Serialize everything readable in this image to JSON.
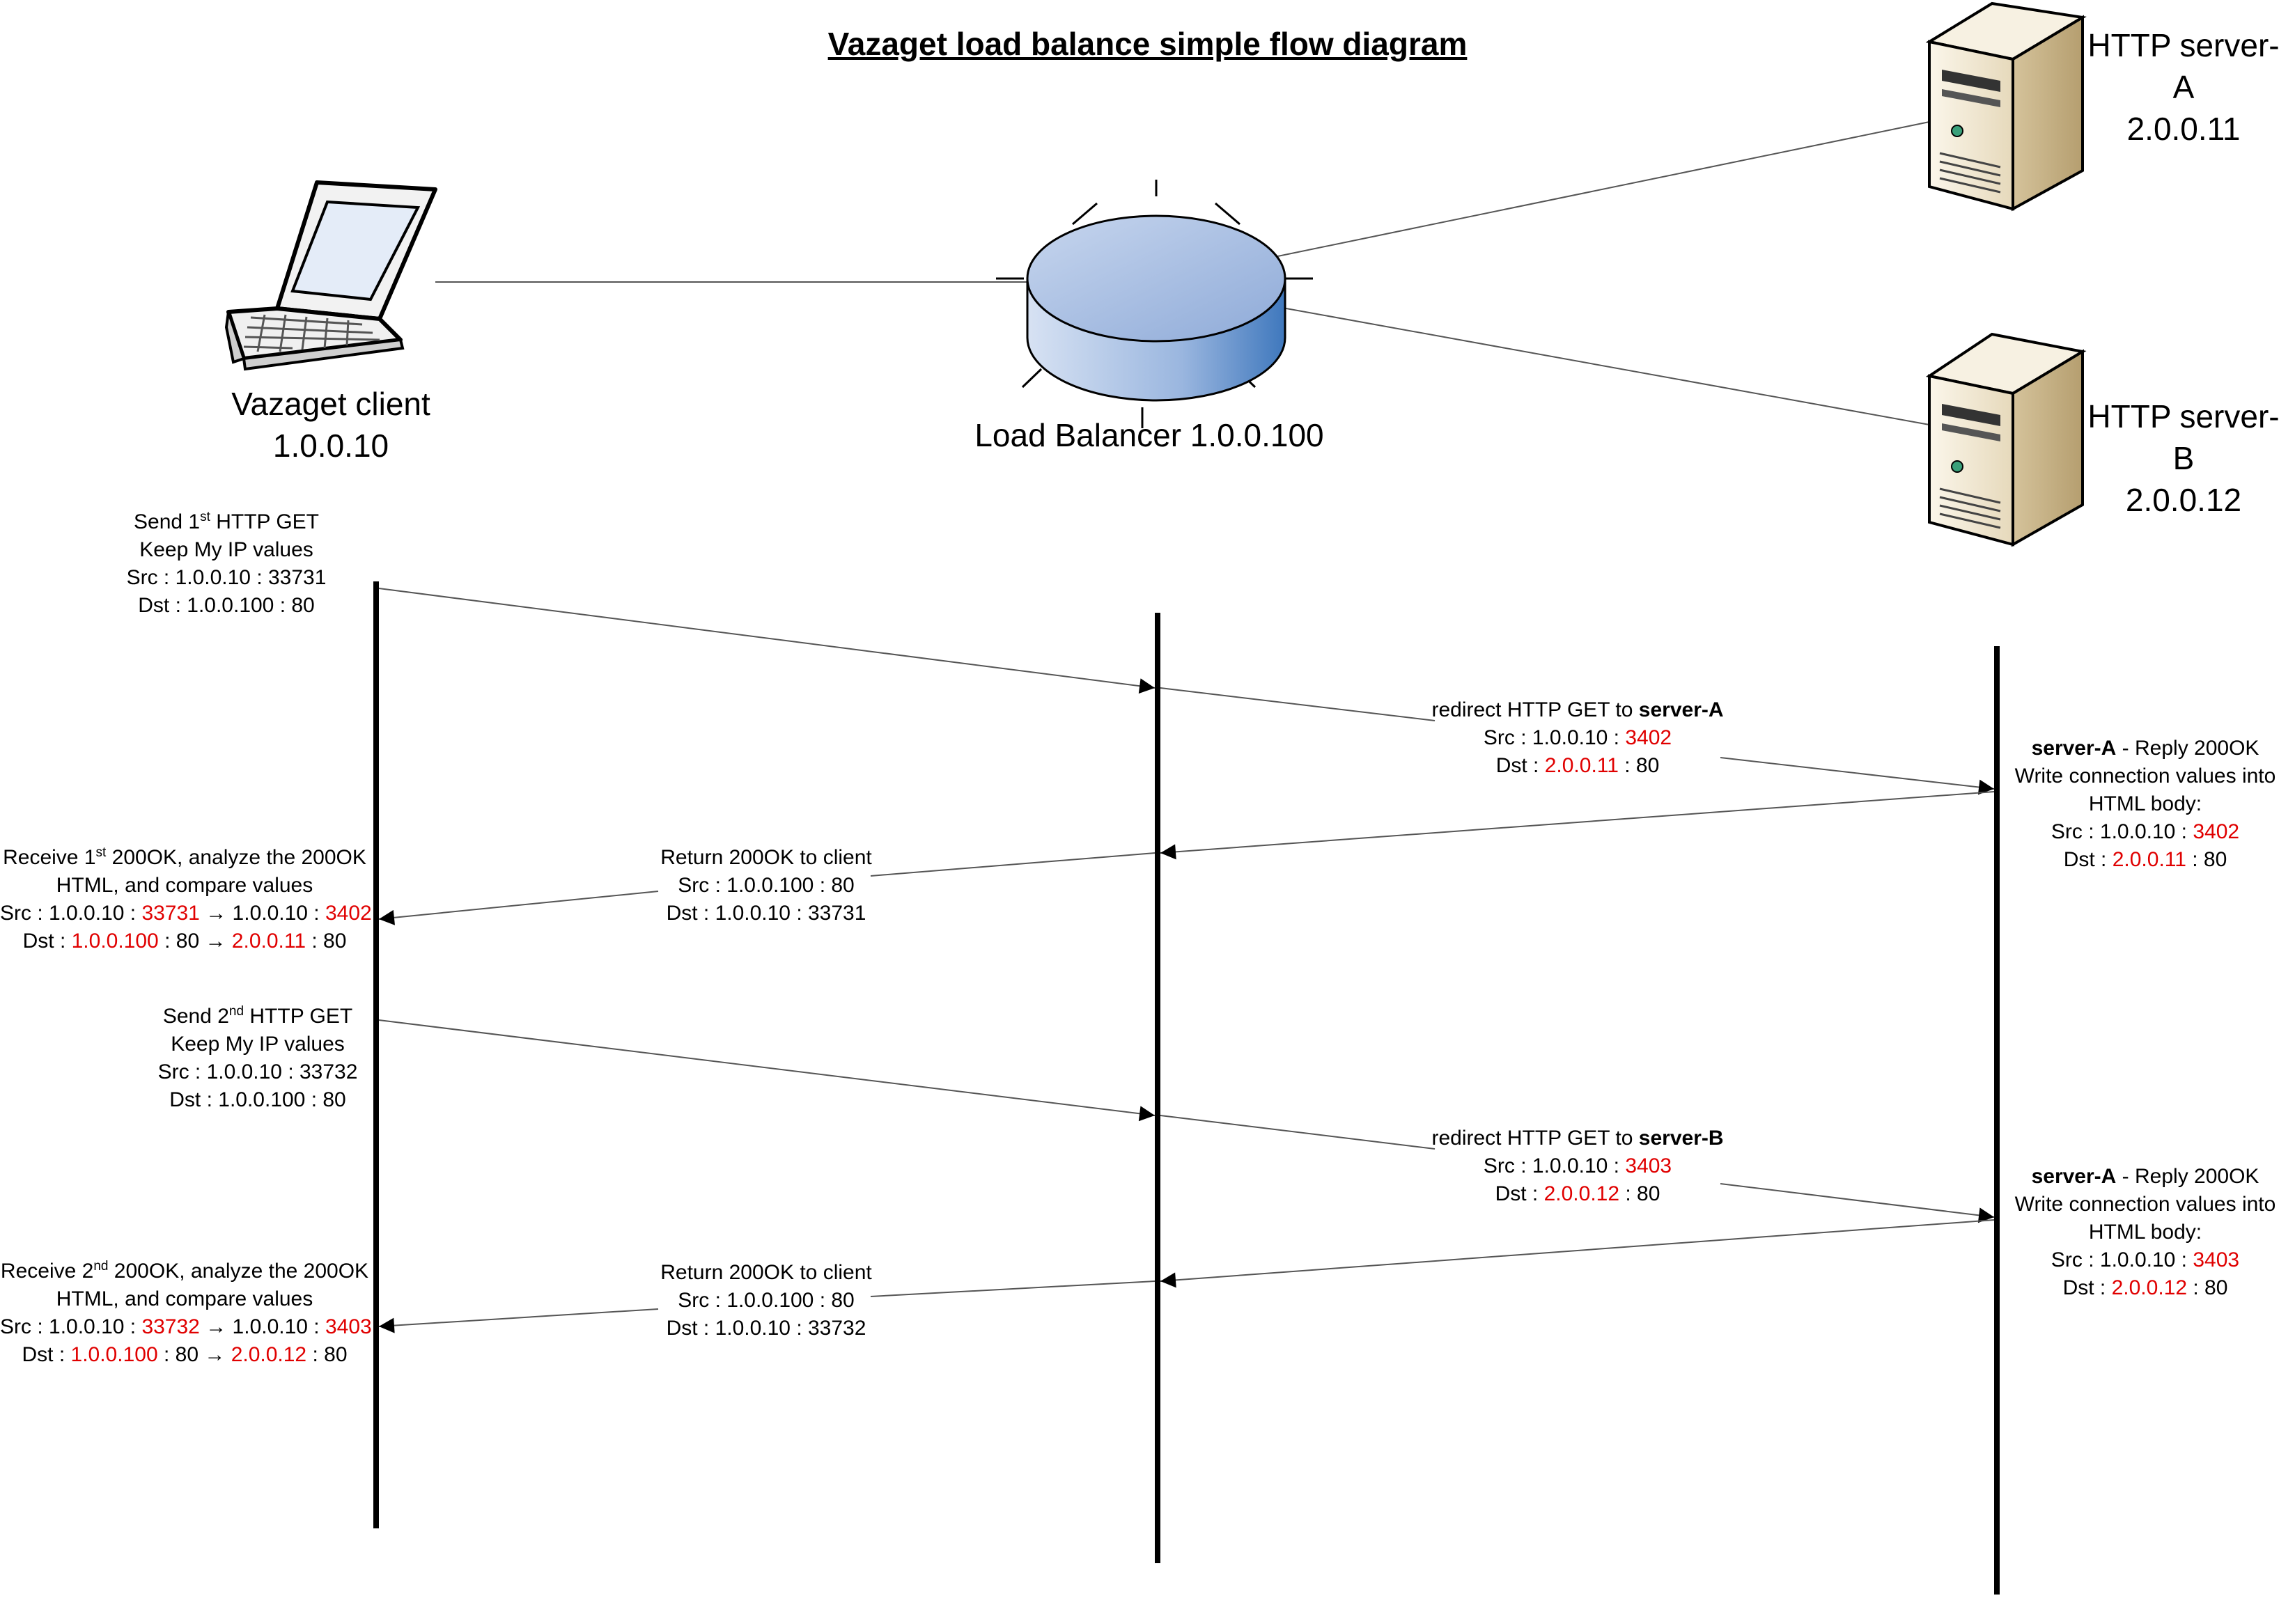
{
  "title": "Vazaget load balance simple flow diagram",
  "nodes": {
    "client": {
      "icon": "laptop-icon",
      "name": "Vazaget client",
      "ip": "1.0.0.10"
    },
    "balancer": {
      "icon": "load-balancer-icon",
      "label": "Load Balancer 1.0.0.100"
    },
    "server_a": {
      "icon": "server-tower-icon",
      "name": "HTTP server-A",
      "ip": "2.0.0.11"
    },
    "server_b": {
      "icon": "server-tower-icon",
      "name": "HTTP server-B",
      "ip": "2.0.0.12"
    }
  },
  "colors": {
    "highlight": "#e00000",
    "balancer_top": "#a8c0e4",
    "balancer_side": "#4f86c6",
    "server_body": "#e8dcc0"
  },
  "notes": {
    "send1": {
      "l1a": "Send 1",
      "l1sup": "st",
      "l1b": " HTTP GET",
      "l2": "Keep My IP values",
      "l3": "Src : 1.0.0.10 : 33731",
      "l4": "Dst : 1.0.0.100 : 80"
    },
    "redirect_a": {
      "l1a": "redirect HTTP GET to ",
      "l1b": "server-A",
      "l2a": "Src : 1.0.0.10 : ",
      "l2b": "3402",
      "l3a": "Dst : ",
      "l3b": "2.0.0.11",
      "l3c": " : 80"
    },
    "reply_a": {
      "l1a": "server-A",
      "l1b": " - Reply 200OK",
      "l2": "Write connection values into",
      "l3": "HTML body:",
      "l4a": "Src : 1.0.0.10 : ",
      "l4b": "3402",
      "l5a": "Dst : ",
      "l5b": "2.0.0.11",
      "l5c": " : 80"
    },
    "return1": {
      "l1": "Return 200OK to client",
      "l2": "Src : 1.0.0.100 : 80",
      "l3": "Dst : 1.0.0.10 : 33731"
    },
    "receive1": {
      "l1a": "Receive 1",
      "l1sup": "st",
      "l1b": " 200OK, analyze the 200OK",
      "l2": "HTML, and compare values",
      "l3a": "Src : 1.0.0.10 : ",
      "l3b": "33731",
      "l3c": " → 1.0.0.10 : ",
      "l3d": "3402",
      "l4a": "Dst : ",
      "l4b": "1.0.0.100",
      "l4c": " : 80 → ",
      "l4d": "2.0.0.11",
      "l4e": " : 80"
    },
    "send2": {
      "l1a": "Send 2",
      "l1sup": "nd",
      "l1b": " HTTP GET",
      "l2": "Keep My IP values",
      "l3": "Src : 1.0.0.10 : 33732",
      "l4": "Dst : 1.0.0.100 : 80"
    },
    "redirect_b": {
      "l1a": "redirect HTTP GET to ",
      "l1b": "server-B",
      "l2a": "Src : 1.0.0.10 : ",
      "l2b": "3403",
      "l3a": "Dst : ",
      "l3b": "2.0.0.12",
      "l3c": " : 80"
    },
    "reply_b": {
      "l1a": "server-A",
      "l1b": " - Reply 200OK",
      "l2": "Write connection values into",
      "l3": "HTML body:",
      "l4a": "Src : 1.0.0.10 : ",
      "l4b": "3403",
      "l5a": "Dst : ",
      "l5b": "2.0.0.12",
      "l5c": " : 80"
    },
    "return2": {
      "l1": "Return 200OK to client",
      "l2": "Src : 1.0.0.100 : 80",
      "l3": "Dst : 1.0.0.10 : 33732"
    },
    "receive2": {
      "l1a": "Receive 2",
      "l1sup": "nd",
      "l1b": " 200OK, analyze the 200OK",
      "l2": "HTML, and compare values",
      "l3a": "Src : 1.0.0.10 : ",
      "l3b": "33732",
      "l3c": " → 1.0.0.10 : ",
      "l3d": "3403",
      "l4a": "Dst : ",
      "l4b": "1.0.0.100",
      "l4c": " : 80 → ",
      "l4d": "2.0.0.12",
      "l4e": " : 80"
    }
  }
}
